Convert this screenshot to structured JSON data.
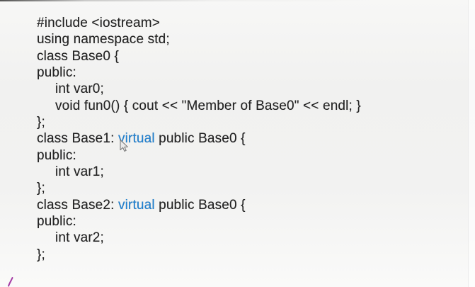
{
  "page": {
    "kind": "code-slide-screenshot",
    "background_color": "#f2f2f1",
    "text_color": "#222222",
    "keyword_color": "#1d80d2",
    "annotation_color": "#a43ba4"
  },
  "icons": {
    "mouse_cursor": "arrow-pointer-icon",
    "pen_mark": "purple-pen-stroke-icon"
  },
  "code": {
    "language": "cpp",
    "lines": [
      {
        "indent": 0,
        "segments": [
          {
            "style": "plain",
            "text": "#include <iostream>"
          }
        ]
      },
      {
        "indent": 0,
        "segments": [
          {
            "style": "plain",
            "text": "using namespace std;"
          }
        ]
      },
      {
        "indent": 0,
        "segments": [
          {
            "style": "plain",
            "text": "class Base0 {"
          }
        ]
      },
      {
        "indent": 0,
        "segments": [
          {
            "style": "plain",
            "text": "public:"
          }
        ]
      },
      {
        "indent": 1,
        "segments": [
          {
            "style": "plain",
            "text": "int var0;"
          }
        ]
      },
      {
        "indent": 1,
        "segments": [
          {
            "style": "plain",
            "text": "void fun0() { cout << \"Member of Base0\" << endl; }"
          }
        ]
      },
      {
        "indent": 0,
        "segments": [
          {
            "style": "plain",
            "text": "};"
          }
        ]
      },
      {
        "indent": 0,
        "segments": [
          {
            "style": "plain",
            "text": "class Base1: "
          },
          {
            "style": "keyword",
            "text": "virtual"
          },
          {
            "style": "plain",
            "text": " public Base0 {"
          }
        ]
      },
      {
        "indent": 0,
        "segments": [
          {
            "style": "plain",
            "text": "public:"
          }
        ]
      },
      {
        "indent": 1,
        "segments": [
          {
            "style": "plain",
            "text": "int var1;"
          }
        ]
      },
      {
        "indent": 0,
        "segments": [
          {
            "style": "plain",
            "text": "};"
          }
        ]
      },
      {
        "indent": 0,
        "segments": [
          {
            "style": "plain",
            "text": "class Base2: "
          },
          {
            "style": "keyword",
            "text": "virtual"
          },
          {
            "style": "plain",
            "text": " public Base0 {"
          }
        ]
      },
      {
        "indent": 0,
        "segments": [
          {
            "style": "plain",
            "text": "public:"
          }
        ]
      },
      {
        "indent": 1,
        "segments": [
          {
            "style": "plain",
            "text": "int var2;"
          }
        ]
      },
      {
        "indent": 0,
        "segments": [
          {
            "style": "plain",
            "text": "};"
          }
        ]
      }
    ]
  }
}
